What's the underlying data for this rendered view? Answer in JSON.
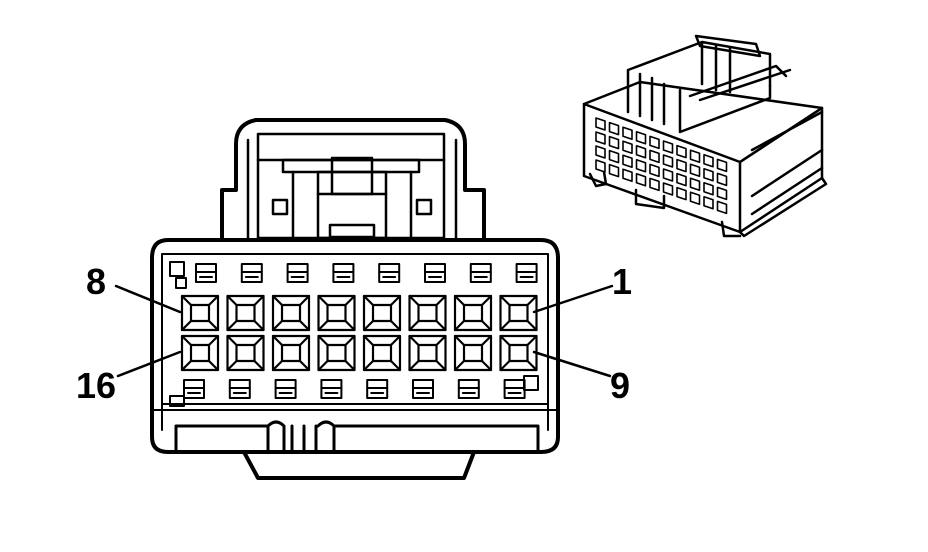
{
  "connector_face": {
    "pin_labels": {
      "top_left": "8",
      "top_right": "1",
      "bottom_left": "16",
      "bottom_right": "9"
    },
    "cavity_rows": 2,
    "cavities_per_row": 8
  },
  "connector_iso_view": {
    "icon": "connector-isometric-icon"
  },
  "colors": {
    "line": "#000000",
    "background": "#ffffff"
  }
}
